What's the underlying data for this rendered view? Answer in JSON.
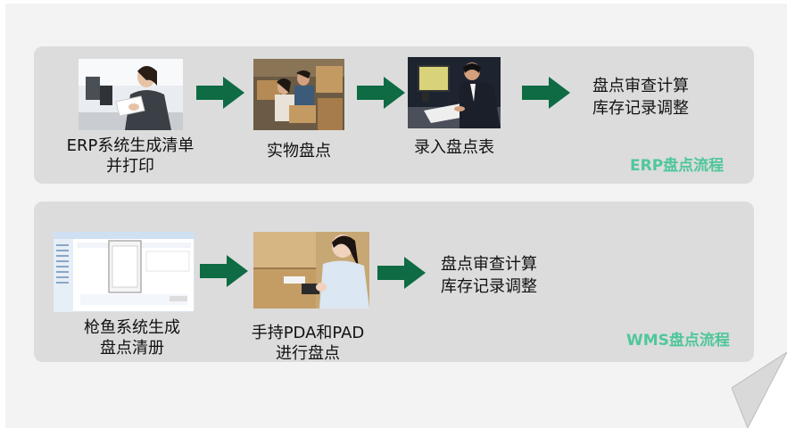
{
  "erp": {
    "steps": [
      {
        "caption": "ERP系统生成清单\n并打印",
        "image": "office-worker-computer-photo"
      },
      {
        "caption": "实物盘点",
        "image": "warehouse-counting-photo"
      },
      {
        "caption": "录入盘点表",
        "image": "data-entry-photo"
      }
    ],
    "result": "盘点审查计算\n库存记录调整",
    "tag": "ERP盘点流程"
  },
  "wms": {
    "steps": [
      {
        "caption": "枪鱼系统生成\n盘点清册",
        "image": "software-screenshot"
      },
      {
        "caption": "手持PDA和PAD\n进行盘点",
        "image": "pda-scanning-photo"
      }
    ],
    "result": "盘点审查计算\n库存记录调整",
    "tag": "WMS盘点流程"
  },
  "colors": {
    "arrow": "#0e6b43",
    "tag": "#4fc79a",
    "panel": "#dcdcdc"
  }
}
